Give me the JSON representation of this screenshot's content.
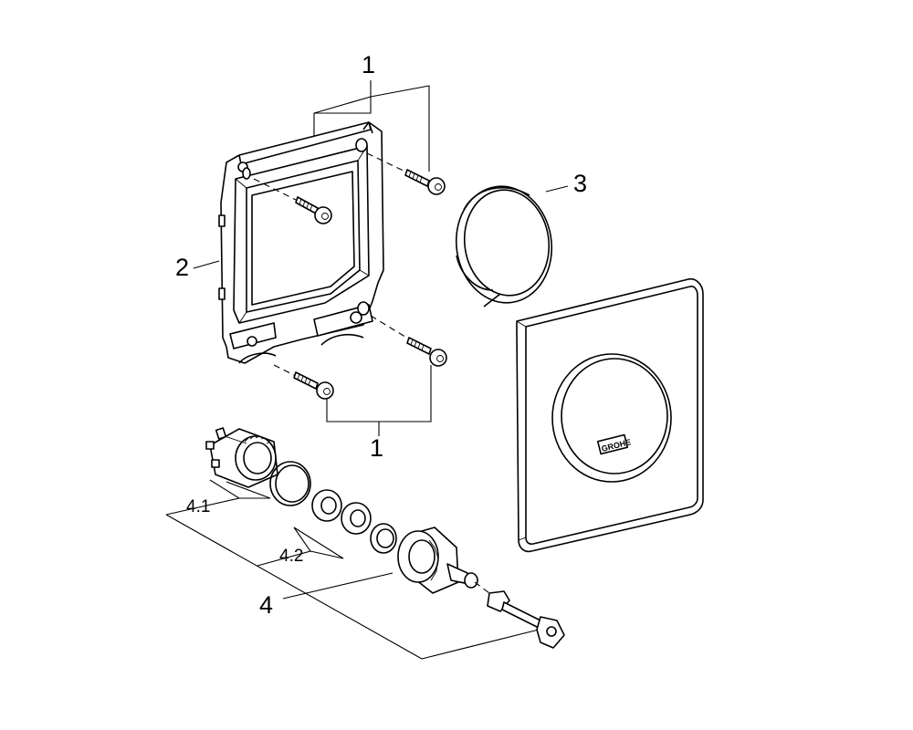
{
  "callouts": {
    "screws_top": "1",
    "screws_bottom": "1",
    "mounting_frame": "2",
    "ring": "3",
    "flush_set": "4",
    "seal_set_1": "4.1",
    "seal_set_2": "4.2"
  },
  "cover_plate": {
    "logo_text": "GROHE"
  },
  "colors": {
    "line": "#000000",
    "background": "#ffffff"
  }
}
